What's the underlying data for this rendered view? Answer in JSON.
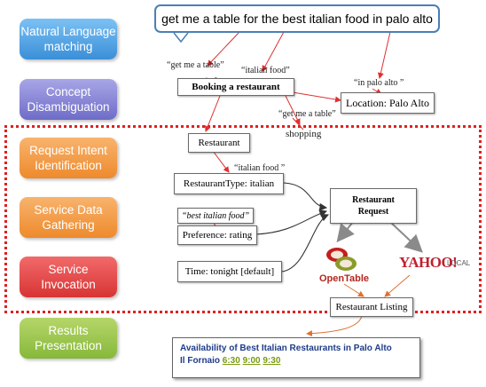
{
  "stages": [
    {
      "label": "Natural Language matching"
    },
    {
      "label": "Concept Disambiguation"
    },
    {
      "label": "Request Intent Identification"
    },
    {
      "label": "Service Data Gathering"
    },
    {
      "label": "Service Invocation"
    },
    {
      "label": "Results Presentation"
    }
  ],
  "query": "get me a table for the best italian food in palo alto",
  "nodes": {
    "booking": "Booking a restaurant",
    "location": "Location: Palo Alto",
    "shopping": "shopping",
    "restaurant": "Restaurant",
    "restaurant_type": "RestaurantType: italian",
    "best_italian": "“best italian food”",
    "preference": "Preference: rating",
    "time": "Time: tonight [default]",
    "restaurant_request": "Restaurant Request",
    "restaurant_listing": "Restaurant Listing"
  },
  "labels": {
    "get_table_1": "“get me a table”",
    "italian_food_1": "“italian food”",
    "in_palo_alto": "“in palo alto ”",
    "get_table_2": "“get me a table”",
    "italian_food_2": "“italian food ”"
  },
  "logos": {
    "opentable": "OpenTable",
    "yahoo": "YAHOO!",
    "local": "LOCAL"
  },
  "result": {
    "title": "Availability of Best Italian Restaurants in Palo Alto",
    "restaurant": "Il Fornaio",
    "times": [
      "6:30",
      "9:00",
      "9:30"
    ]
  },
  "colors": {
    "dashed_border": "#e02020",
    "arrow_red": "#e03030",
    "arrow_dark": "#333333",
    "bubble_border": "#4a7fb5"
  }
}
